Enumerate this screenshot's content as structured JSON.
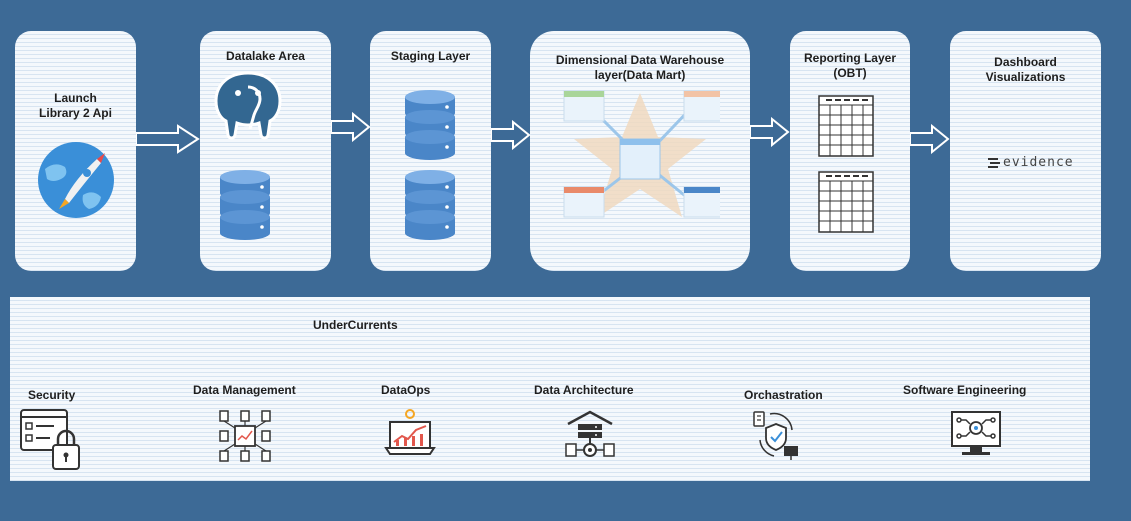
{
  "pipeline": {
    "launch": {
      "line1": "Launch",
      "line2": "Library 2 Api"
    },
    "datalake": {
      "label": "Datalake Area"
    },
    "staging": {
      "label": "Staging Layer"
    },
    "warehouse": {
      "line1": "Dimensional Data Warehouse",
      "line2": "layer(Data Mart)"
    },
    "reporting": {
      "line1": "Reporting Layer",
      "line2": "(OBT)"
    },
    "dashboard": {
      "line1": "Dashboard",
      "line2": "Visualizations",
      "tool": "evidence"
    }
  },
  "undercurrents": {
    "title": "UnderCurrents",
    "items": [
      {
        "label": "Security"
      },
      {
        "label": "Data Management"
      },
      {
        "label": "DataOps"
      },
      {
        "label": "Data Architecture"
      },
      {
        "label": "Orchastration"
      },
      {
        "label": "Software Engineering"
      }
    ]
  },
  "colors": {
    "background": "#3d6a96",
    "card": "#f4f8fc",
    "database_blue": "#4a86c8",
    "star_fill": "#f0d9c0"
  }
}
